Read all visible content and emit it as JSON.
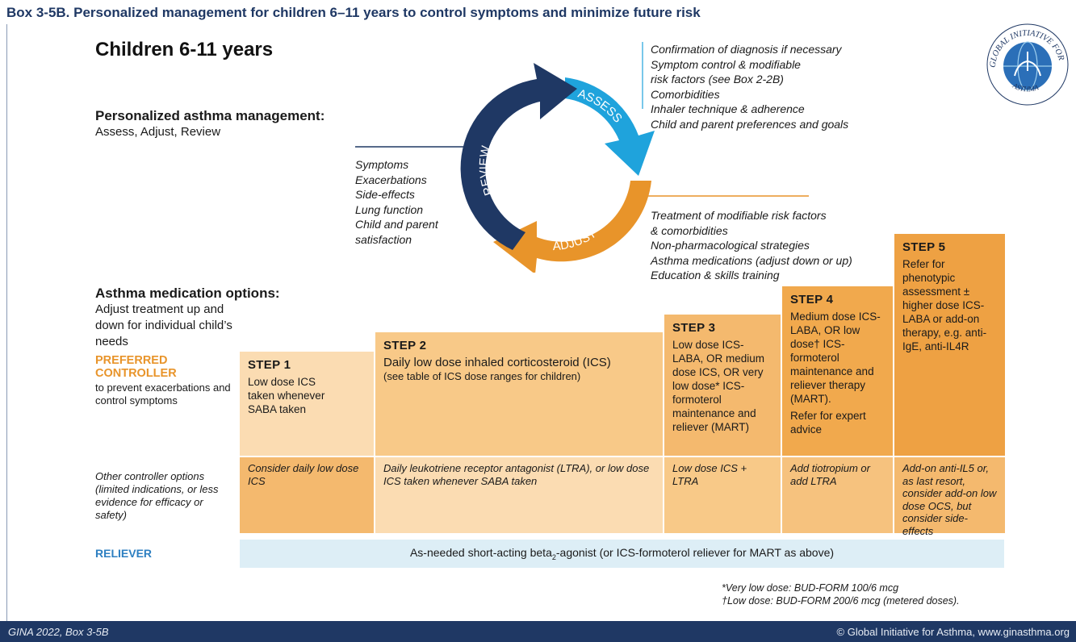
{
  "title": "Box 3-5B. Personalized management for children 6–11 years to control symptoms and minimize future risk",
  "age_group": "Children 6-11 years",
  "management": {
    "heading": "Personalized asthma management:",
    "subheading": "Assess, Adjust, Review"
  },
  "cycle": {
    "assess_label": "ASSESS",
    "adjust_label": "ADJUST",
    "review_label": "REVIEW",
    "colors": {
      "assess": "#1fa3dc",
      "adjust": "#e8942a",
      "review": "#1f3864"
    }
  },
  "assess_items": [
    "Confirmation of diagnosis if necessary",
    "Symptom control & modifiable",
    "risk factors (see Box 2-2B)",
    "Comorbidities",
    "Inhaler technique & adherence",
    "Child and parent preferences and goals"
  ],
  "review_items": [
    "Symptoms",
    "Exacerbations",
    "Side-effects",
    "Lung function",
    "Child and parent",
    "satisfaction"
  ],
  "adjust_items": [
    "Treatment of modifiable risk factors",
    "& comorbidities",
    "Non-pharmacological strategies",
    "Asthma medications (adjust down or up)",
    "Education & skills training"
  ],
  "medication": {
    "heading": "Asthma medication options:",
    "subheading": "Adjust treatment up and down for individual child’s needs"
  },
  "preferred_controller": {
    "label_line1": "PREFERRED",
    "label_line2": "CONTROLLER",
    "sub": "to prevent exacerbations and control symptoms"
  },
  "other_controller_label": "Other controller options (limited indications, or less evidence for efficacy or safety)",
  "reliever_label": "RELIEVER",
  "steps": [
    {
      "name": "STEP 1",
      "text": "Low dose ICS taken whenever SABA taken",
      "other": "Consider daily low dose ICS"
    },
    {
      "name": "STEP 2",
      "text": "Daily low dose inhaled corticosteroid (ICS)",
      "note": "(see table of ICS dose ranges for children)",
      "other": "Daily leukotriene receptor antagonist (LTRA), or low dose ICS taken whenever SABA taken"
    },
    {
      "name": "STEP 3",
      "text": "Low dose ICS-LABA, OR medium dose ICS, OR very low dose* ICS-formoterol maintenance and reliever (MART)",
      "other": "Low dose ICS + LTRA"
    },
    {
      "name": "STEP 4",
      "text": "Medium dose ICS-LABA, OR low dose† ICS-formoterol maintenance and reliever therapy (MART).",
      "note": "Refer for expert advice",
      "other": "Add tiotropium or add LTRA"
    },
    {
      "name": "STEP 5",
      "text": "Refer for phenotypic assessment ± higher dose ICS-LABA or add-on therapy, e.g. anti-IgE, anti-IL4R",
      "other": "Add-on anti-IL5 or, as last resort, consider add-on low dose OCS, but consider side-effects"
    }
  ],
  "reliever": {
    "before": "As-needed short-acting beta",
    "sub": "2",
    "after": "-agonist (or ICS-formoterol reliever for MART as above)"
  },
  "footnotes": [
    "*Very low dose: BUD-FORM 100/6 mcg",
    "†Low dose: BUD-FORM 200/6 mcg (metered doses)."
  ],
  "logo": {
    "arc_top": "GLOBAL INITIATIVE FOR",
    "arc_bottom": "ASTHMA"
  },
  "footer": {
    "left": "GINA 2022, Box 3-5B",
    "right": "© Global Initiative for Asthma, www.ginasthma.org"
  }
}
